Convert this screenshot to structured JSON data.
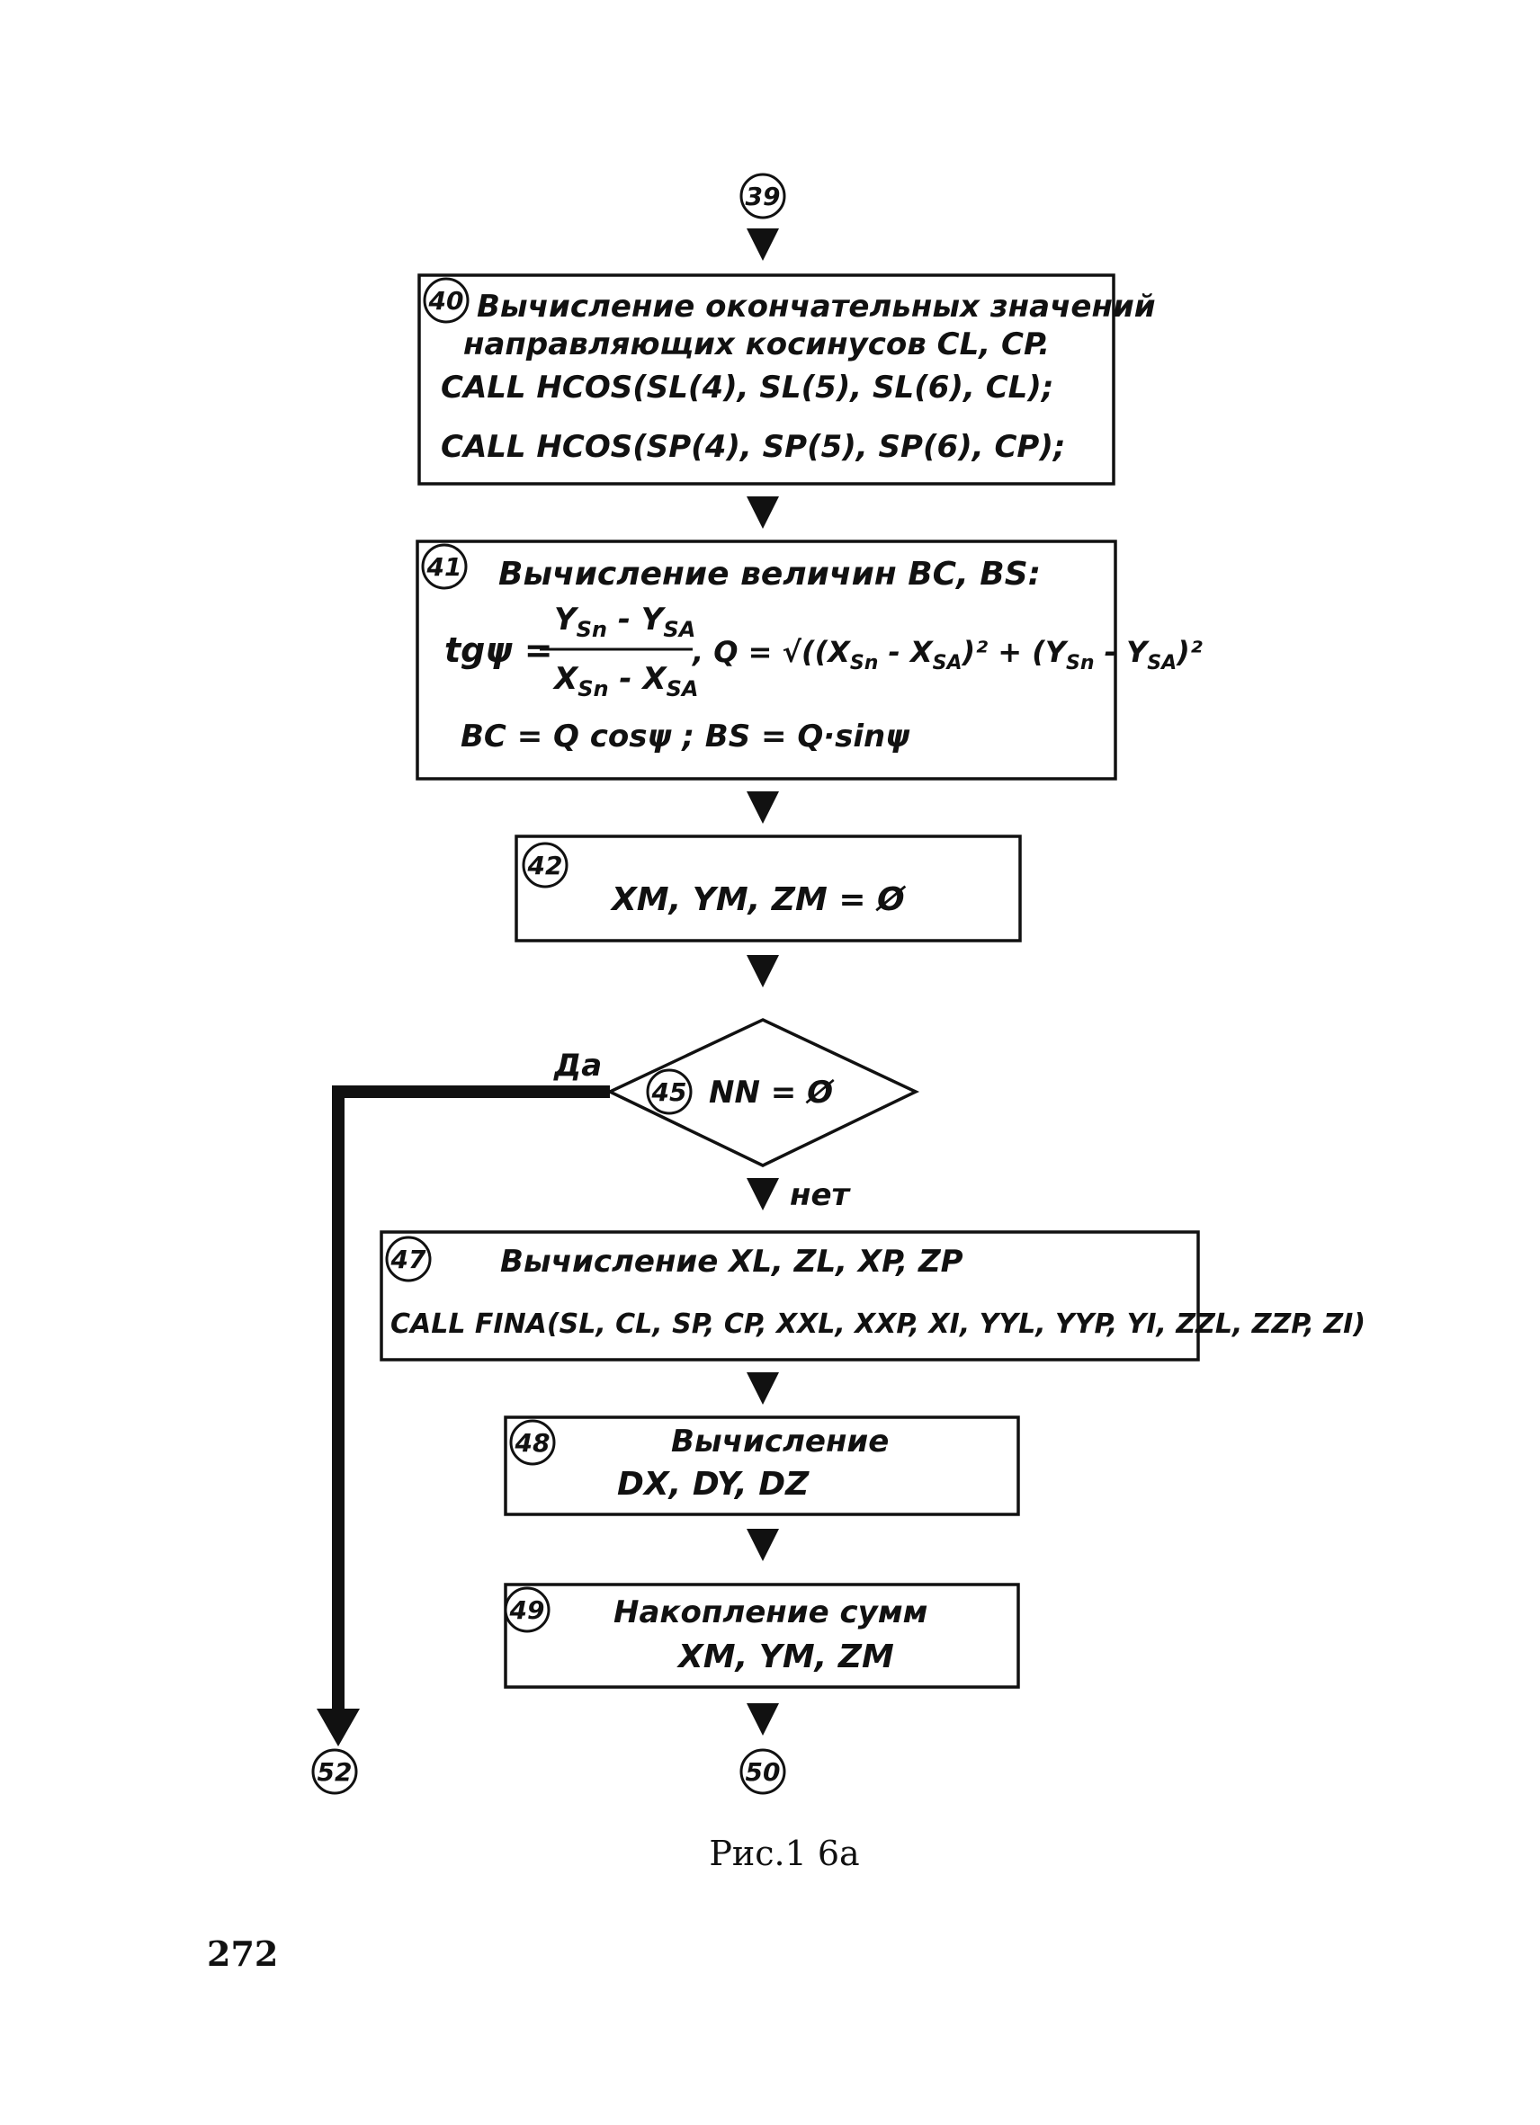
{
  "connectors": {
    "top": "39",
    "bottom_right": "50",
    "bottom_left": "52"
  },
  "block40": {
    "num": "40",
    "line1": "Вычисление окончательных значений",
    "line2": "направляющих косинусов CL, CP.",
    "line3": "CALL HCOS(SL(4), SL(5), SL(6), CL);",
    "line4": "CALL HCOS(SP(4), SP(5), SP(6), CP);"
  },
  "block41": {
    "num": "41",
    "line1": "Вычисление величин BC, BS:",
    "tg_lhs": "tgψ =",
    "frac_num": "Y",
    "frac_num_sub1": "Sn",
    "frac_num_mid": " - Y",
    "frac_num_sub2": "SA",
    "frac_den": "X",
    "frac_den_sub1": "Sn",
    "frac_den_mid": " - X",
    "frac_den_sub2": "SA",
    "q_formula": ",  Q = √((X",
    "q_sub1": "Sn",
    "q_mid1": " - X",
    "q_sub2": "SA",
    "q_mid2": ")² + (Y",
    "q_sub3": "Sn",
    "q_mid3": " - Y",
    "q_sub4": "SA",
    "q_end": ")²",
    "line3": "BC = Q cosψ ;   BS = Q·sinψ"
  },
  "block42": {
    "num": "42",
    "line1": "XM, YM, ZM = Ø"
  },
  "decision45": {
    "num": "45",
    "condition": "NN = Ø",
    "yes_label": "Да",
    "no_label": "нет"
  },
  "block47": {
    "num": "47",
    "line1": "Вычисление XL, ZL, XP, ZP",
    "line2": "CALL FINA(SL, CL, SP, CP, XXL, XXP, XI, YYL, YYP, YI, ZZL, ZZP, ZI)"
  },
  "block48": {
    "num": "48",
    "line1": "Вычисление",
    "line2": "DX, DY, DZ"
  },
  "block49": {
    "num": "49",
    "line1": "Накопление сумм",
    "line2": "XM, YM, ZM"
  },
  "caption": "Рис.1 6а",
  "page_number": "272"
}
